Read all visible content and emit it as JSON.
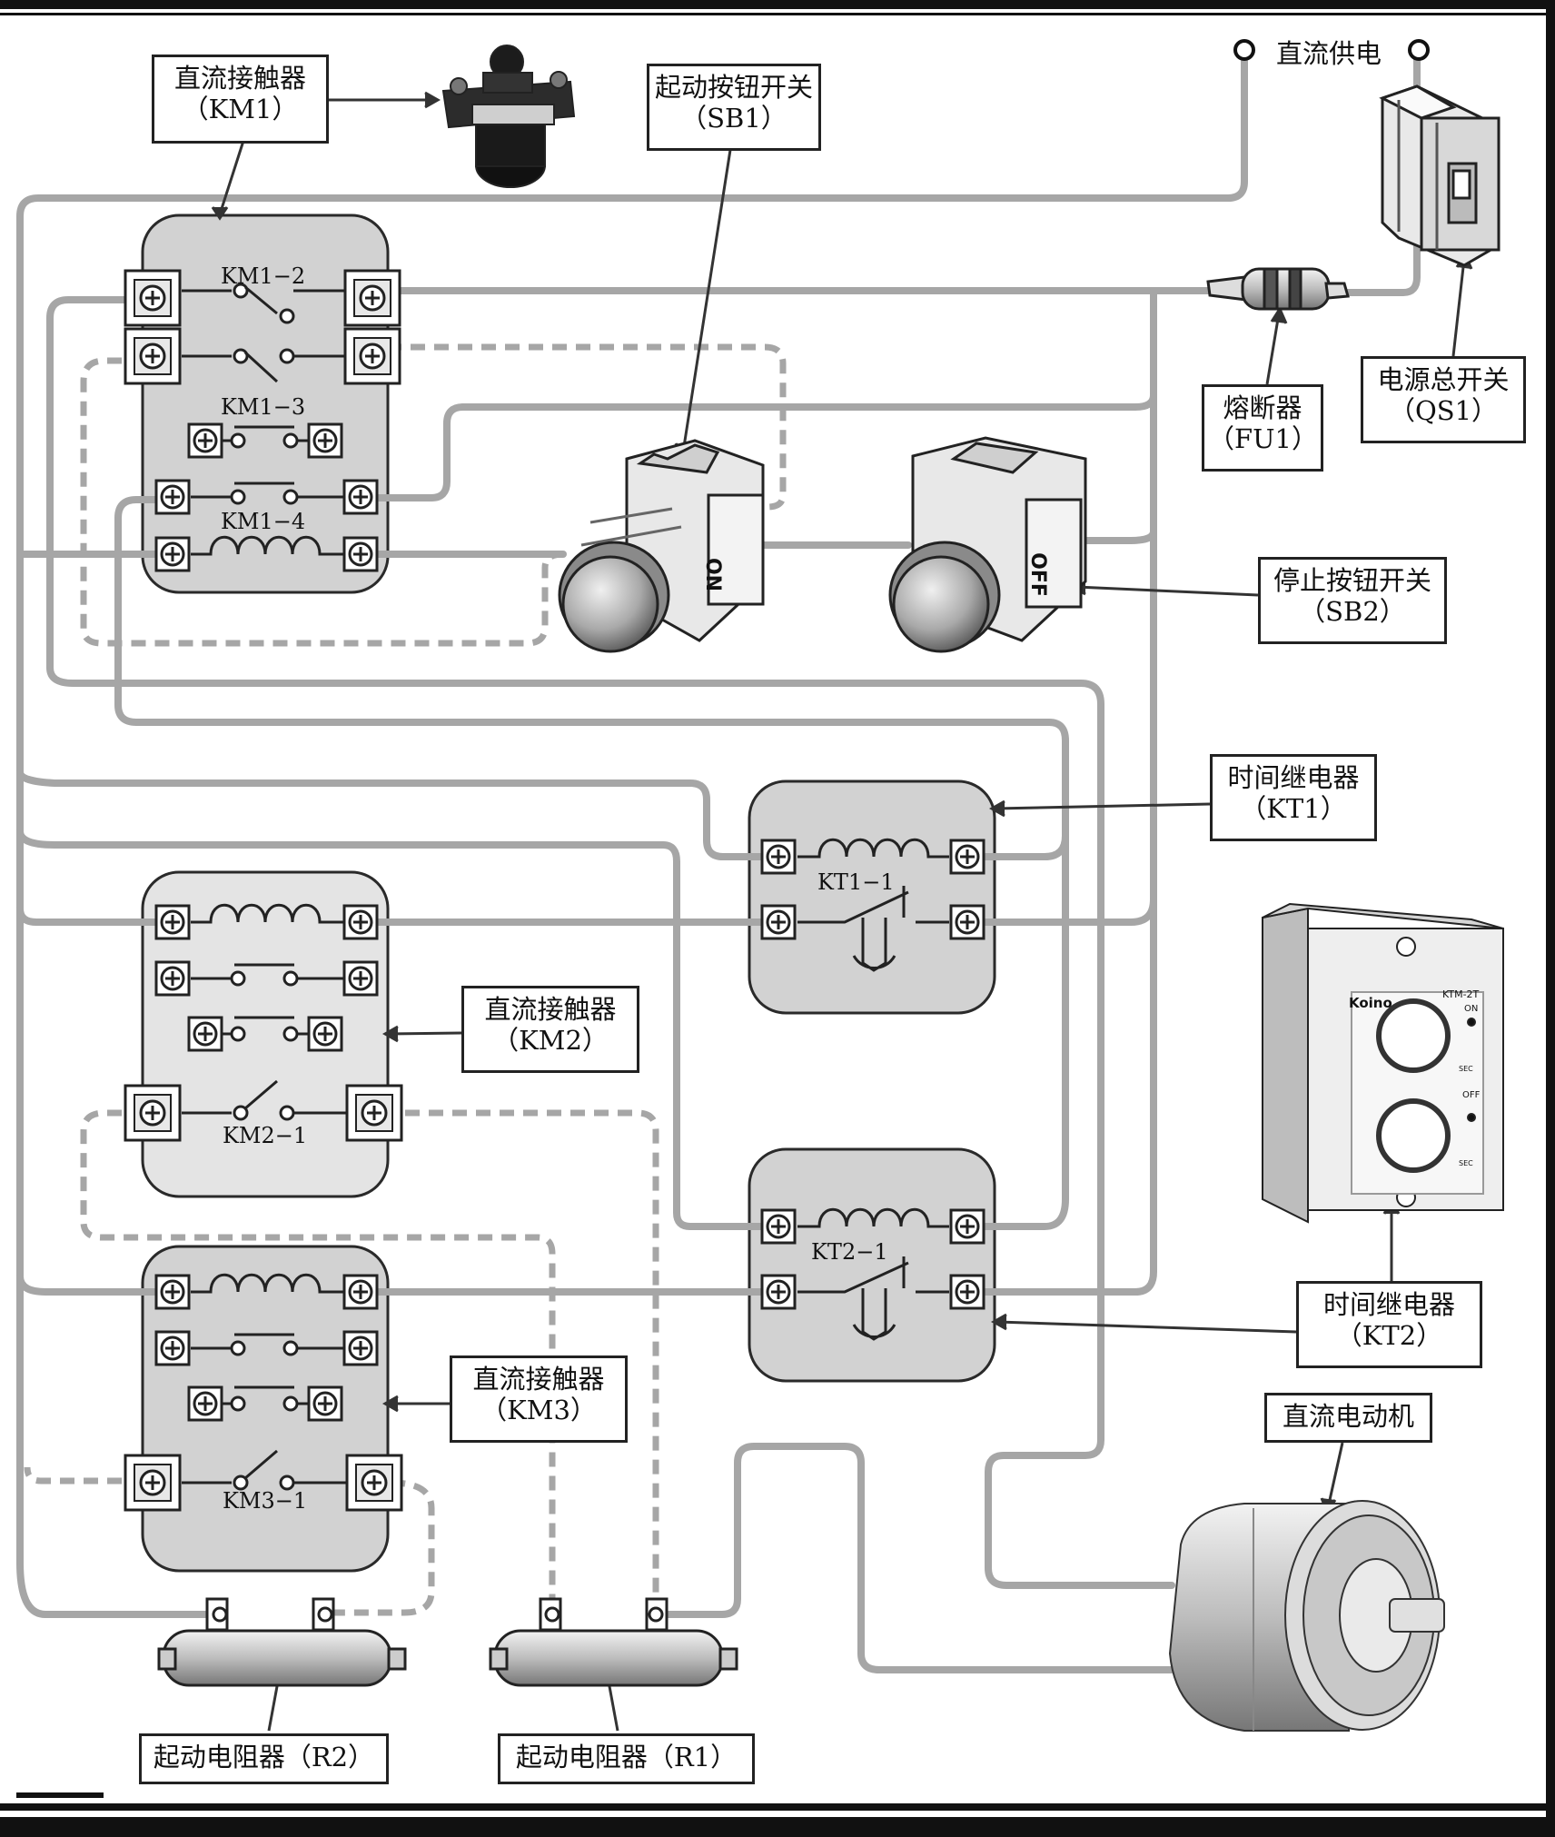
{
  "labels": {
    "km1": {
      "name": "直流接触器",
      "code": "（KM1）"
    },
    "sb1": {
      "name": "起动按钮开关",
      "code": "（SB1）"
    },
    "supply": "直流供电",
    "qs1": {
      "name": "电源总开关",
      "code": "（QS1）"
    },
    "fu1": {
      "name": "熔断器",
      "code": "（FU1）"
    },
    "sb2": {
      "name": "停止按钮开关",
      "code": "（SB2）"
    },
    "kt1": {
      "name": "时间继电器",
      "code": "（KT1）"
    },
    "km2": {
      "name": "直流接触器",
      "code": "（KM2）"
    },
    "kt2": {
      "name": "时间继电器",
      "code": "（KT2）"
    },
    "km3": {
      "name": "直流接触器",
      "code": "（KM3）"
    },
    "motor": "直流电动机",
    "r2": "起动电阻器（R2）",
    "r1": "起动电阻器（R1）"
  },
  "contact_tags": {
    "km1_2": "KM1−2",
    "km1_3": "KM1−3",
    "km1_4": "KM1−4",
    "km2_1": "KM2−1",
    "km3_1": "KM3−1",
    "kt1_1": "KT1−1",
    "kt2_1": "KT2−1"
  },
  "switch_marks": {
    "on": "ON",
    "off": "OFF"
  },
  "timer_panel": {
    "brand": "Koino",
    "model": "KTM-2T",
    "on": "ON",
    "off": "OFF",
    "sec": "SEC"
  },
  "colors": {
    "wire": "#a6a6a6",
    "panel": "#d2d2d2",
    "panel_light": "#e6e6e6",
    "border": "#2a2a2a"
  }
}
